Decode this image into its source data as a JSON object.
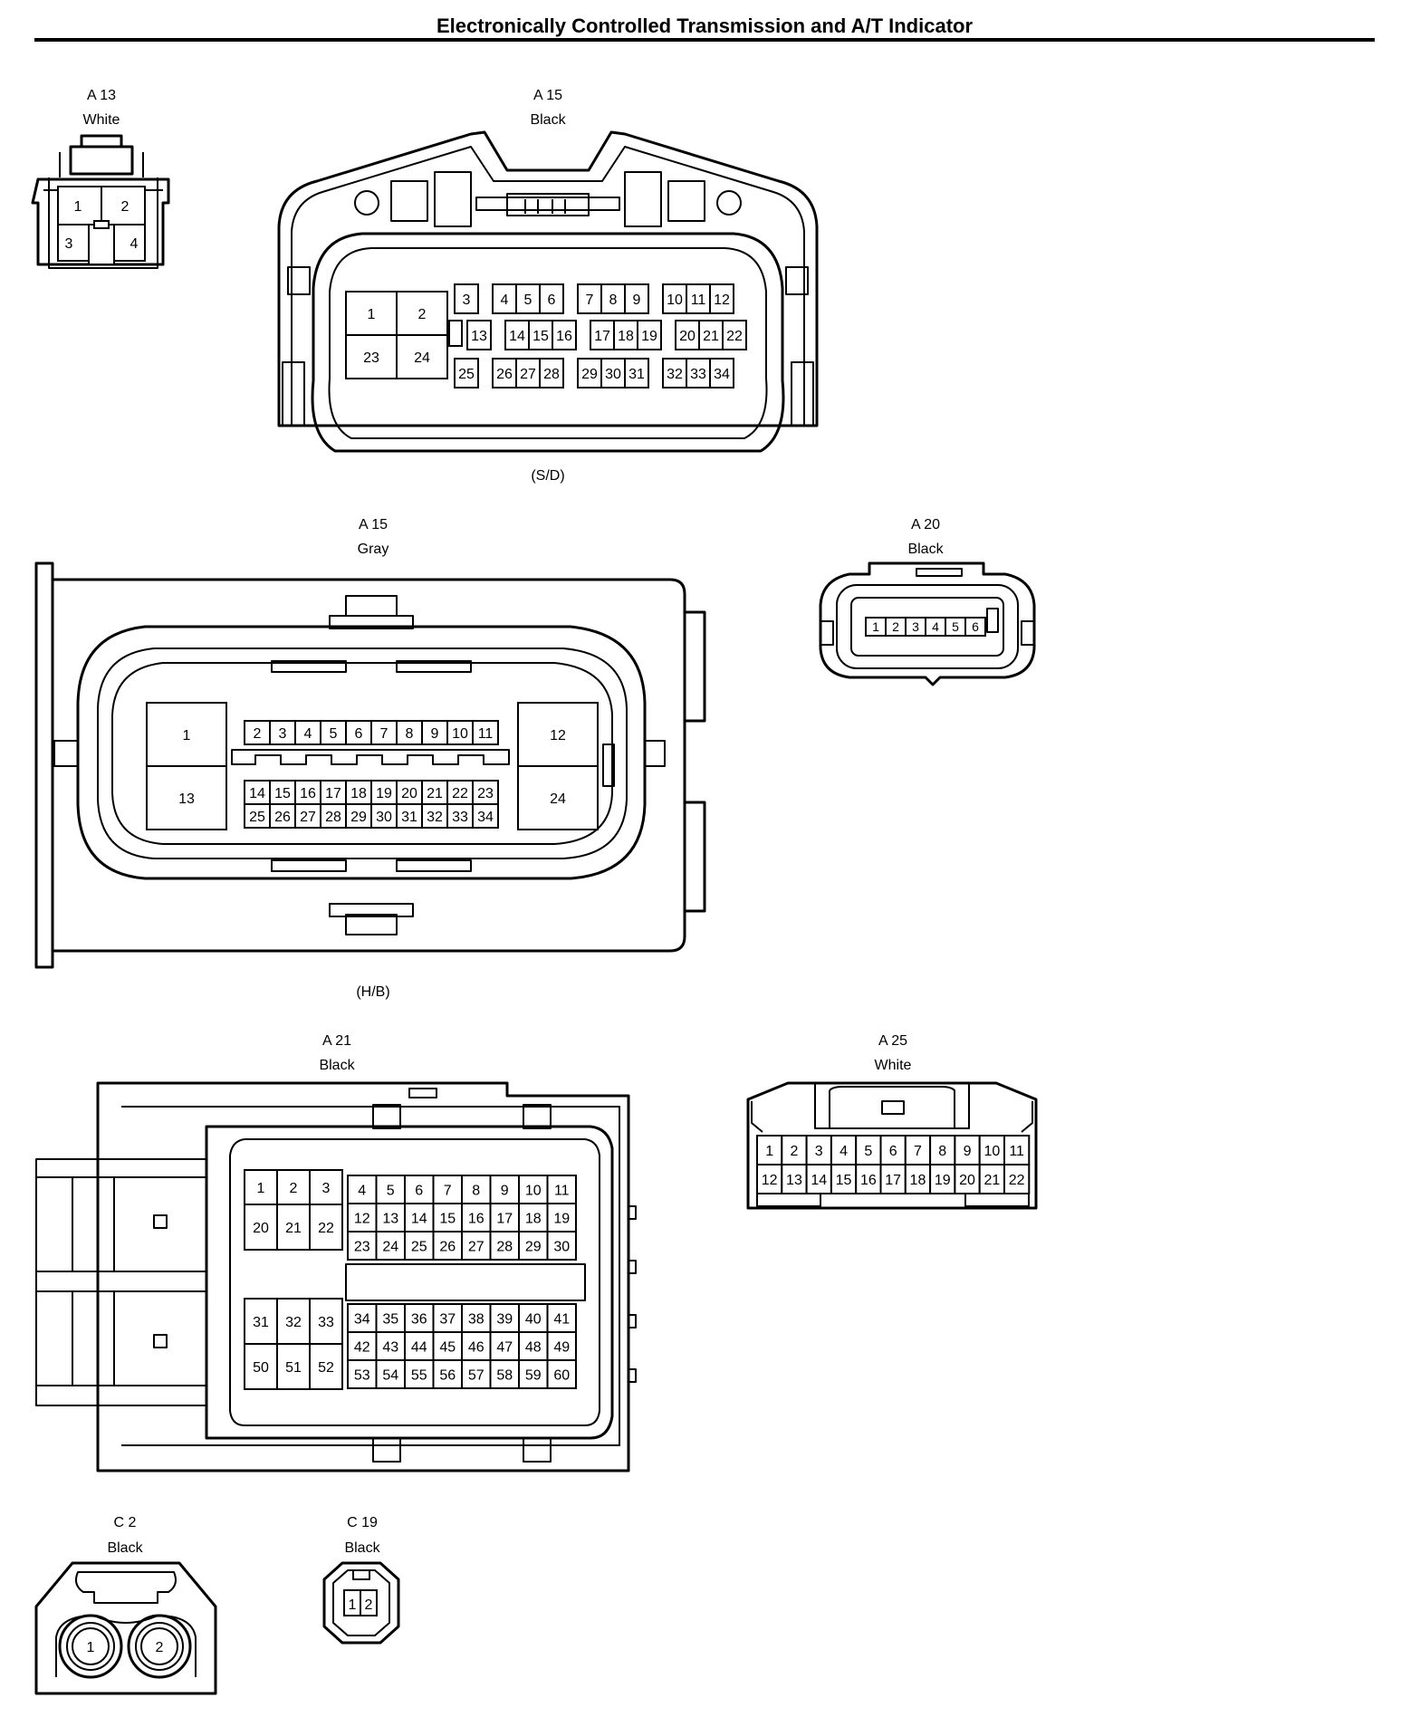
{
  "title": "Electronically Controlled Transmission and A/T Indicator",
  "connectors": {
    "a13": {
      "id": "A 13",
      "color": "White",
      "pins": [
        "1",
        "2",
        "3",
        "4"
      ]
    },
    "a15_black": {
      "id": "A 15",
      "color": "Black",
      "location": "(S/D)",
      "big_pins": [
        "1",
        "2",
        "23",
        "24"
      ],
      "row1": [
        "3",
        "4",
        "5",
        "6",
        "7",
        "8",
        "9",
        "10",
        "11",
        "12"
      ],
      "row2": [
        "13",
        "14",
        "15",
        "16",
        "17",
        "18",
        "19",
        "20",
        "21",
        "22"
      ],
      "row3": [
        "25",
        "26",
        "27",
        "28",
        "29",
        "30",
        "31",
        "32",
        "33",
        "34"
      ]
    },
    "a15_gray": {
      "id": "A 15",
      "color": "Gray",
      "location": "(H/B)",
      "big_pins": [
        "1",
        "13",
        "12",
        "24"
      ],
      "row1": [
        "2",
        "3",
        "4",
        "5",
        "6",
        "7",
        "8",
        "9",
        "10",
        "11"
      ],
      "row2": [
        "14",
        "15",
        "16",
        "17",
        "18",
        "19",
        "20",
        "21",
        "22",
        "23"
      ],
      "row3": [
        "25",
        "26",
        "27",
        "28",
        "29",
        "30",
        "31",
        "32",
        "33",
        "34"
      ]
    },
    "a20": {
      "id": "A 20",
      "color": "Black",
      "pins": [
        "1",
        "2",
        "3",
        "4",
        "5",
        "6"
      ]
    },
    "a21": {
      "id": "A 21",
      "color": "Black",
      "grid_tl": [
        [
          "1",
          "2",
          "3"
        ],
        [
          "20",
          "21",
          "22"
        ]
      ],
      "grid_tr": [
        [
          "4",
          "5",
          "6",
          "7",
          "8",
          "9",
          "10",
          "11"
        ],
        [
          "12",
          "13",
          "14",
          "15",
          "16",
          "17",
          "18",
          "19"
        ],
        [
          "23",
          "24",
          "25",
          "26",
          "27",
          "28",
          "29",
          "30"
        ]
      ],
      "grid_bl": [
        [
          "31",
          "32",
          "33"
        ],
        [
          "50",
          "51",
          "52"
        ]
      ],
      "grid_br": [
        [
          "34",
          "35",
          "36",
          "37",
          "38",
          "39",
          "40",
          "41"
        ],
        [
          "42",
          "43",
          "44",
          "45",
          "46",
          "47",
          "48",
          "49"
        ],
        [
          "53",
          "54",
          "55",
          "56",
          "57",
          "58",
          "59",
          "60"
        ]
      ]
    },
    "a25": {
      "id": "A 25",
      "color": "White",
      "row1": [
        "1",
        "2",
        "3",
        "4",
        "5",
        "6",
        "7",
        "8",
        "9",
        "10",
        "11"
      ],
      "row2": [
        "12",
        "13",
        "14",
        "15",
        "16",
        "17",
        "18",
        "19",
        "20",
        "21",
        "22"
      ]
    },
    "c2": {
      "id": "C 2",
      "color": "Black",
      "pins": [
        "1",
        "2"
      ]
    },
    "c19": {
      "id": "C 19",
      "color": "Black",
      "pins": [
        "1",
        "2"
      ]
    }
  }
}
